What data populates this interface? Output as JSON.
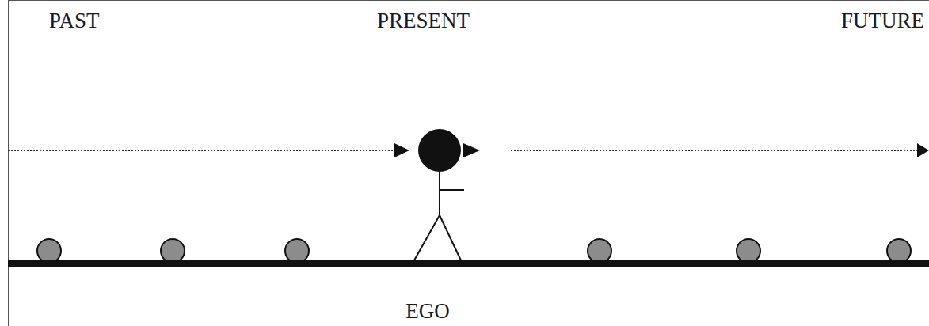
{
  "diagram": {
    "labels": [
      "PAST",
      "PRESENT",
      "FUTURE",
      "EGO"
    ]
  }
}
